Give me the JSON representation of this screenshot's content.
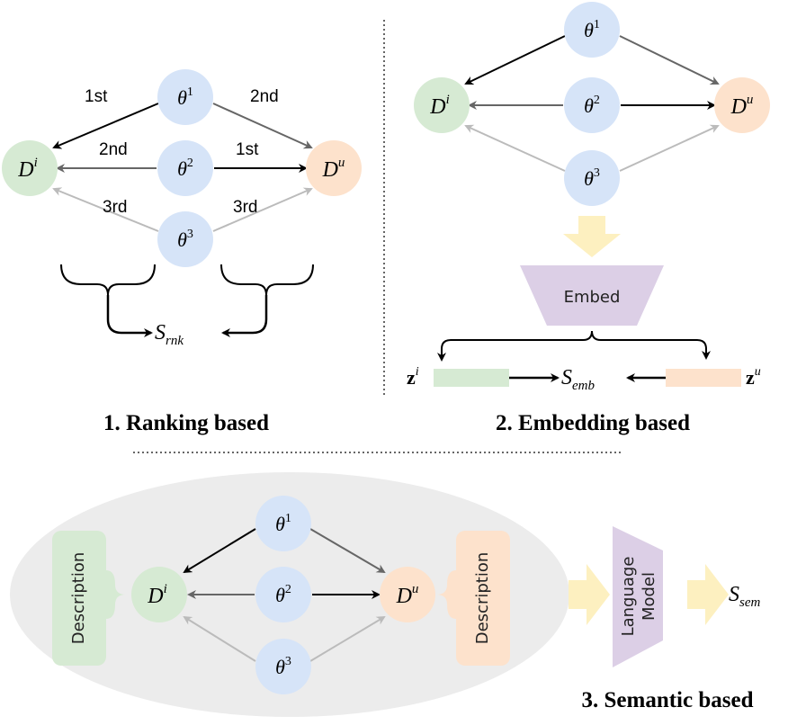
{
  "colors": {
    "theta": "#d6e4f8",
    "di": "#d6ead3",
    "du": "#fde2cc",
    "embed": "#dccfe6",
    "yellow_arrow": "#fdf0c0",
    "ellipse": "#ececec",
    "dark": "#000000",
    "mid": "#666666",
    "light": "#bbbbbb"
  },
  "nodes": {
    "theta_sym": "θ",
    "sup1": "1",
    "sup2": "2",
    "sup3": "3",
    "d_sym": "D",
    "sup_i": "i",
    "sup_u": "u"
  },
  "ranking": {
    "edge_labels": {
      "t1_di": "1st",
      "t1_du": "2nd",
      "t2_di": "2nd",
      "t2_du": "1st",
      "t3_di": "3rd",
      "t3_du": "3rd"
    },
    "score_sym": "S",
    "score_sub": "rnk",
    "title": "1. Ranking based"
  },
  "embedding": {
    "embed_label": "Embed",
    "z_sym": "z",
    "sup_i": "i",
    "sup_u": "u",
    "score_sym": "S",
    "score_sub": "emb",
    "title": "2. Embedding based"
  },
  "semantic": {
    "desc_left": "Description",
    "desc_right": "Description",
    "lm_line1": "Language",
    "lm_line2": "Model",
    "score_sym": "S",
    "score_sub": "sem",
    "title": "3. Semantic based"
  }
}
